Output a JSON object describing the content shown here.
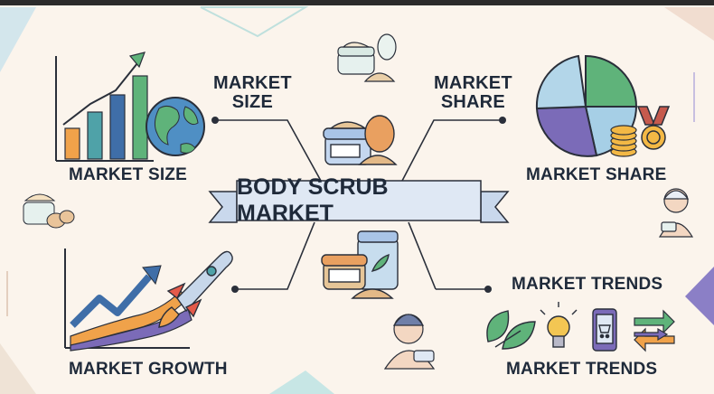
{
  "center": {
    "title": "BODY SCRUB MARKET"
  },
  "branches": {
    "size": {
      "label_line1": "MARKET",
      "label_line2": "SIZE",
      "caption": "MARKET SIZE"
    },
    "share": {
      "label_line1": "MARKET",
      "label_line2": "SHARE",
      "caption": "MARKET SHARE"
    },
    "growth": {
      "caption": "MARKET GROWTH"
    },
    "trends": {
      "label": "MARKET TRENDS",
      "caption": "MARKET TRENDS"
    }
  },
  "colors": {
    "ink": "#1f2a3a",
    "orange": "#f0a24a",
    "teal": "#4fa2a8",
    "blue": "#3f6ea8",
    "green": "#5fb37a",
    "purple": "#7b6bb8",
    "ribbon": "#dfe8f4",
    "background": "#fbf4ec"
  },
  "icons": [
    "bar-chart-icon",
    "globe-icon",
    "pie-chart-icon",
    "coins-icon",
    "medal-icon",
    "rocket-icon",
    "growth-arrow-icon",
    "leaf-icon",
    "lightbulb-icon",
    "phone-cart-icon",
    "exchange-arrows-icon",
    "scrub-jar-icon",
    "woman-face-icon"
  ]
}
